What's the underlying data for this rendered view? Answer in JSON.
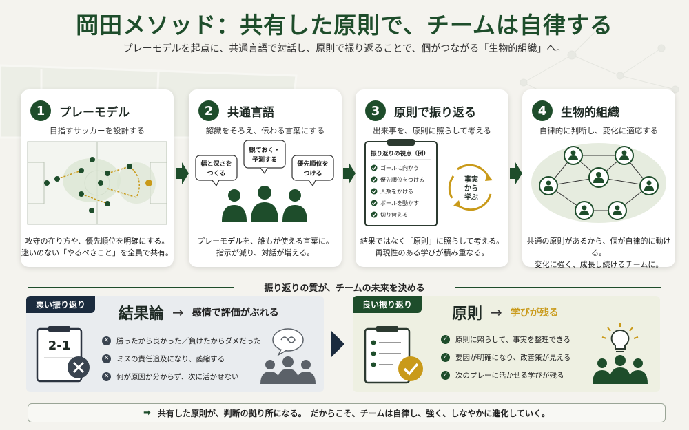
{
  "title": "岡田メソッド：共有した原則で、チームは自律する",
  "subtitle": "プレーモデルを起点に、共通言語で対話し、原則で振り返ることで、個がつながる「生物的組織」へ。",
  "cards": [
    {
      "num": "1",
      "title": "プレーモデル",
      "sub": "目指すサッカーを設計する",
      "desc": [
        "攻守の在り方や、優先順位を明確にする。",
        "迷いのない「やるべきこと」を全員で共有。"
      ]
    },
    {
      "num": "2",
      "title": "共通言語",
      "sub": "認識をそろえ、伝わる言葉にする",
      "bubbles": [
        "幅と深さを",
        "つくる",
        "観ておく・",
        "予測する",
        "優先順位を",
        "つける"
      ],
      "desc": [
        "プレーモデルを、誰もが使える言葉に。",
        "指示が減り、対話が増える。"
      ]
    },
    {
      "num": "3",
      "title": "原則で振り返る",
      "sub": "出来事を、原則に照らして考える",
      "clipboard_title": "振り返りの視点（例）",
      "checklist": [
        "ゴールに向かう",
        "優先順位をつける",
        "人数をかける",
        "ボールを動かす",
        "切り替える"
      ],
      "cycle_text": [
        "事実",
        "から",
        "学ぶ"
      ],
      "desc": [
        "結果ではなく「原則」に照らして考える。",
        "再現性のある学びが積み重なる。"
      ]
    },
    {
      "num": "4",
      "title": "生物的組織",
      "sub": "自律的に判断し、変化に適応する",
      "desc": [
        "共通の原則があるから、個が自律的に動ける。",
        "変化に強く、成長し続けるチームに。"
      ]
    }
  ],
  "divider": "振り返りの質が、チームの未来を決める",
  "bad": {
    "tag": "悪い振り返り",
    "main": "結果論",
    "arrow": "→",
    "sub": "感情で評価がぶれる",
    "score": "2-1",
    "items": [
      "勝ったから良かった／負けたからダメだった",
      "ミスの責任追及になり、萎縮する",
      "何が原因か分からず、次に活かせない"
    ]
  },
  "good": {
    "tag": "良い振り返り",
    "main": "原則",
    "arrow": "→",
    "sub": "学びが残る",
    "items": [
      "原則に照らして、事実を整理できる",
      "要因が明確になり、改善策が見える",
      "次のプレーに活かせる学びが残る"
    ]
  },
  "bottom": "共有した原則が、判断の拠り所になる。　だからこそ、チームは自律し、強く、しなやかに進化していく。",
  "colors": {
    "primary": "#1e4d2b",
    "navy": "#1b2b3e",
    "accent": "#c99a1a",
    "gray": "#5b6168"
  }
}
